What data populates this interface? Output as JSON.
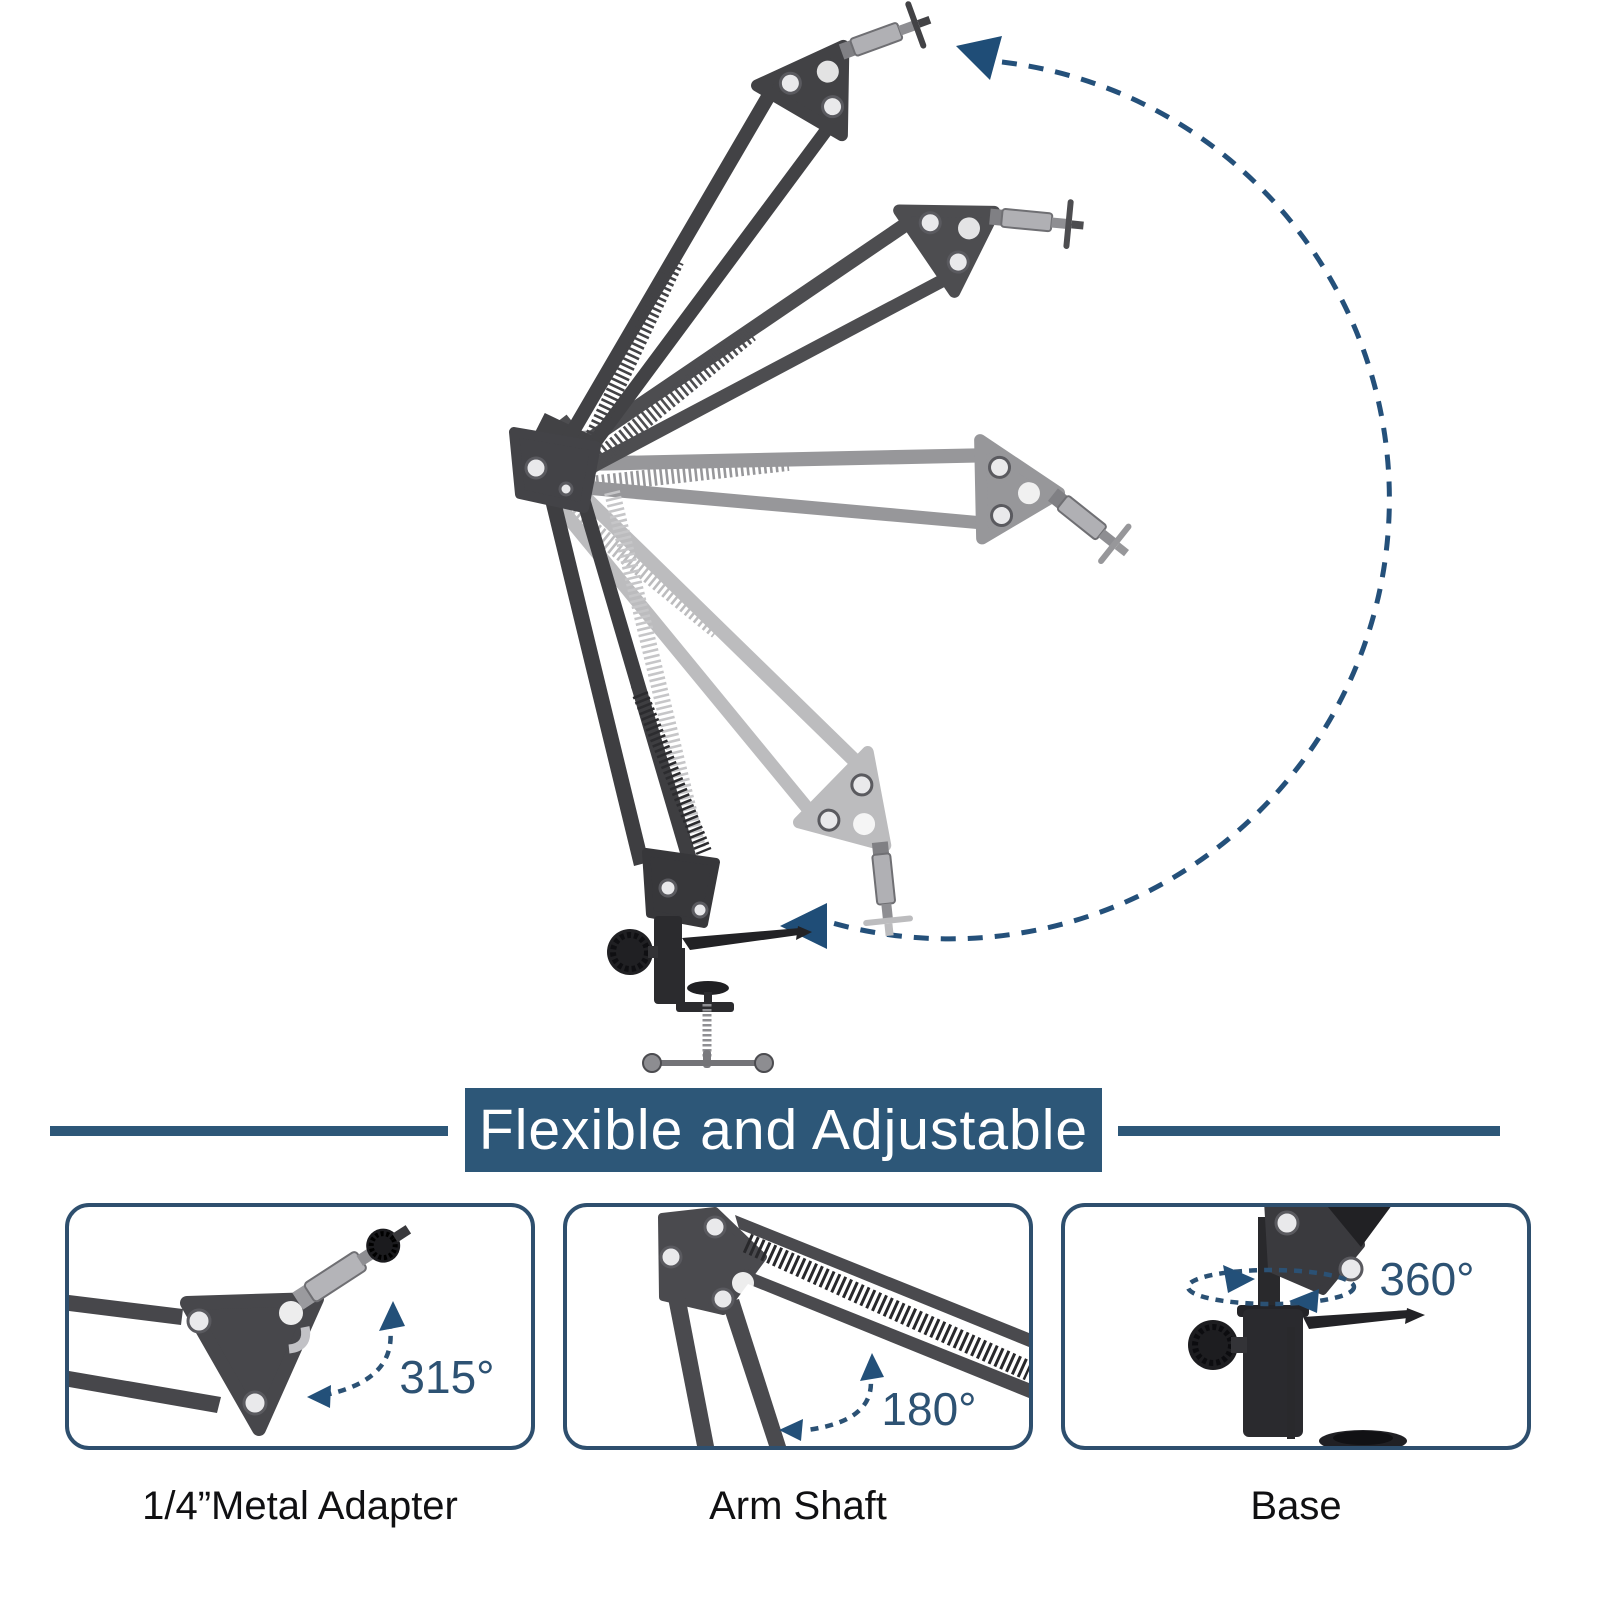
{
  "banner": {
    "title": "Flexible and Adjustable",
    "bg_color": "#2d5778",
    "text_color": "#ffffff"
  },
  "main_diagram": {
    "subject": "scissor boom arm shown in five swing positions with desk clamp",
    "rotation_arc_color": "#24507a"
  },
  "panels": [
    {
      "id": "metal-adapter",
      "angle_label": "315°",
      "caption": "1/4”Metal Adapter"
    },
    {
      "id": "arm-shaft",
      "angle_label": "180°",
      "caption": "Arm Shaft"
    },
    {
      "id": "base",
      "angle_label": "360°",
      "caption": "Base"
    }
  ],
  "colors": {
    "accent_navy": "#2b5174",
    "panel_border": "#2e4f6e",
    "arm_dark": "#424245",
    "arm_mid": "#97979a",
    "arm_light": "#bcbcbe"
  }
}
